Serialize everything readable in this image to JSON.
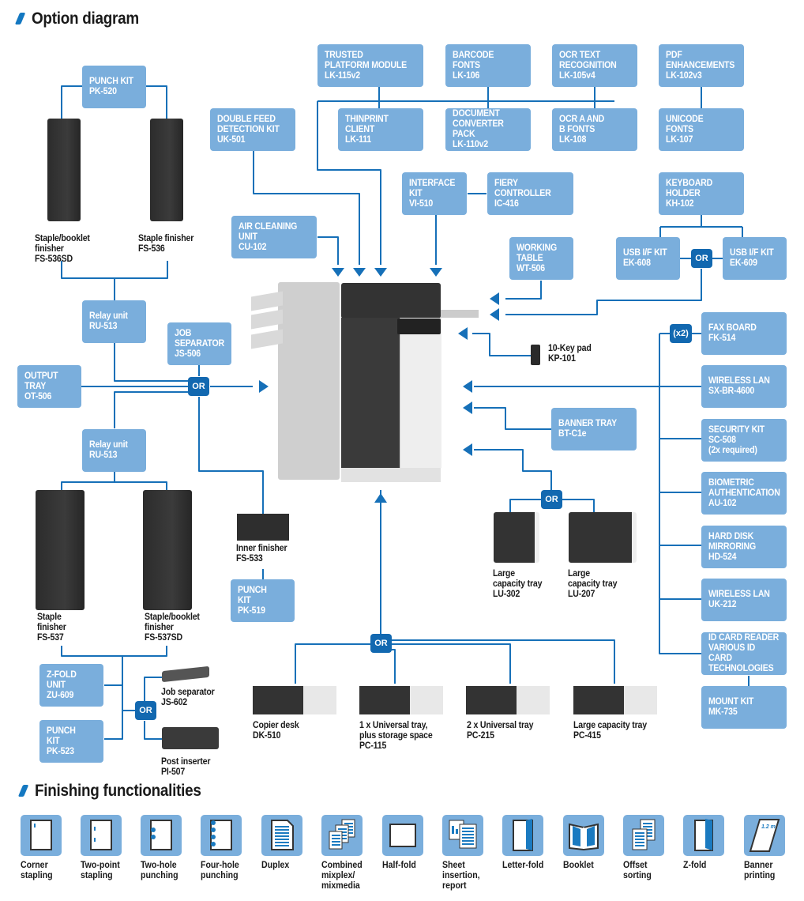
{
  "sections": {
    "option_diagram_title": "Option diagram",
    "finishing_title": "Finishing functionalities"
  },
  "colors": {
    "box_fill": "#7aaedc",
    "or_badge": "#1268b0",
    "connector": "#1670b8",
    "heading_mark": "#1478c1"
  },
  "option_boxes": {
    "punch_kit_pk520": "PUNCH KIT\nPK-520",
    "trusted_platform": "TRUSTED\nPLATFORM MODULE\nLK-115v2",
    "barcode_fonts": "BARCODE\nFONTS\nLK-106",
    "ocr_text": "OCR TEXT\nRECOGNITION\nLK-105v4",
    "pdf_enh": "PDF\nENHANCEMENTS\nLK-102v3",
    "double_feed": "DOUBLE FEED\nDETECTION KIT\nUK-501",
    "thinprint": "THINPRINT\nCLIENT\nLK-111",
    "doc_converter": "DOCUMENT\nCONVERTER PACK\nLK-110v2",
    "ocr_ab": "OCR A AND\nB FONTS\nLK-108",
    "unicode_fonts": "UNICODE\nFONTS\nLK-107",
    "interface_kit": "INTERFACE\nKIT\nVI-510",
    "fiery": "FIERY\nCONTROLLER\nIC-416",
    "keyboard_holder": "KEYBOARD\nHOLDER\nKH-102",
    "air_cleaning": "AIR CLEANING\nUNIT\nCU-102",
    "working_table": "WORKING\nTABLE\nWT-506",
    "usb_608": "USB I/F KIT\nEK-608",
    "usb_609": "USB I/F KIT\nEK-609",
    "relay_unit_top": "Relay unit\nRU-513",
    "job_separator_js506": "JOB\nSEPARATOR\nJS-506",
    "output_tray": "OUTPUT\nTRAY\nOT-506",
    "relay_unit_bottom": "Relay unit\nRU-513",
    "fax_board": "FAX BOARD\nFK-514",
    "wireless_sx": "WIRELESS LAN\nSX-BR-4600",
    "security_kit": "SECURITY KIT\nSC-508\n(2x required)",
    "biometric": "BIOMETRIC\nAUTHENTICATION\nAU-102",
    "hdd_mirroring": "HARD DISK\nMIRRORING\nHD-524",
    "wireless_uk": "WIRELESS LAN\nUK-212",
    "id_card": "ID CARD READER\nVARIOUS ID CARD\nTECHNOLOGIES",
    "mount_kit": "MOUNT KIT\nMK-735",
    "banner_tray": "BANNER TRAY\nBT-C1e",
    "punch_kit_pk519": "PUNCH\nKIT\nPK-519",
    "zfold": "Z-FOLD\nUNIT\nZU-609",
    "punch_kit_pk523": "PUNCH\nKIT\nPK-523"
  },
  "badges": {
    "or": "OR",
    "x2": "(x2)"
  },
  "device_labels": {
    "fs536sd": "Staple/booklet\nfinisher\nFS-536SD",
    "fs536": "Staple finisher\nFS-536",
    "fs537": "Staple\nfinisher\nFS-537",
    "fs537sd": "Staple/booklet\nfinisher\nFS-537SD",
    "fs533": "Inner finisher\nFS-533",
    "keypad": "10-Key pad\nKP-101",
    "lu302": "Large\ncapacity tray\nLU-302",
    "lu207": "Large\ncapacity tray\nLU-207",
    "js602": "Job separator\nJS-602",
    "pi507": "Post inserter\nPI-507",
    "dk510": "Copier desk\nDK-510",
    "pc115": "1 x Universal tray,\nplus storage space\nPC-115",
    "pc215": "2 x Universal tray\nPC-215",
    "pc415": "Large capacity tray\nPC-415"
  },
  "finishing": [
    {
      "label": "Corner\nstapling",
      "icon": "corner-stapling-icon"
    },
    {
      "label": "Two-point\nstapling",
      "icon": "two-point-stapling-icon"
    },
    {
      "label": "Two-hole\npunching",
      "icon": "two-hole-punching-icon"
    },
    {
      "label": "Four-hole\npunching",
      "icon": "four-hole-punching-icon"
    },
    {
      "label": "Duplex",
      "icon": "duplex-icon"
    },
    {
      "label": "Combined\nmixplex/\nmixmedia",
      "icon": "mixplex-icon"
    },
    {
      "label": "Half-fold",
      "icon": "half-fold-icon"
    },
    {
      "label": "Sheet\ninsertion,\nreport",
      "icon": "sheet-insertion-icon"
    },
    {
      "label": "Letter-fold",
      "icon": "letter-fold-icon"
    },
    {
      "label": "Booklet",
      "icon": "booklet-icon"
    },
    {
      "label": "Offset\nsorting",
      "icon": "offset-sorting-icon"
    },
    {
      "label": "Z-fold",
      "icon": "z-fold-icon"
    },
    {
      "label": "Banner\nprinting",
      "icon": "banner-printing-icon",
      "badge": "1.2 m"
    }
  ]
}
